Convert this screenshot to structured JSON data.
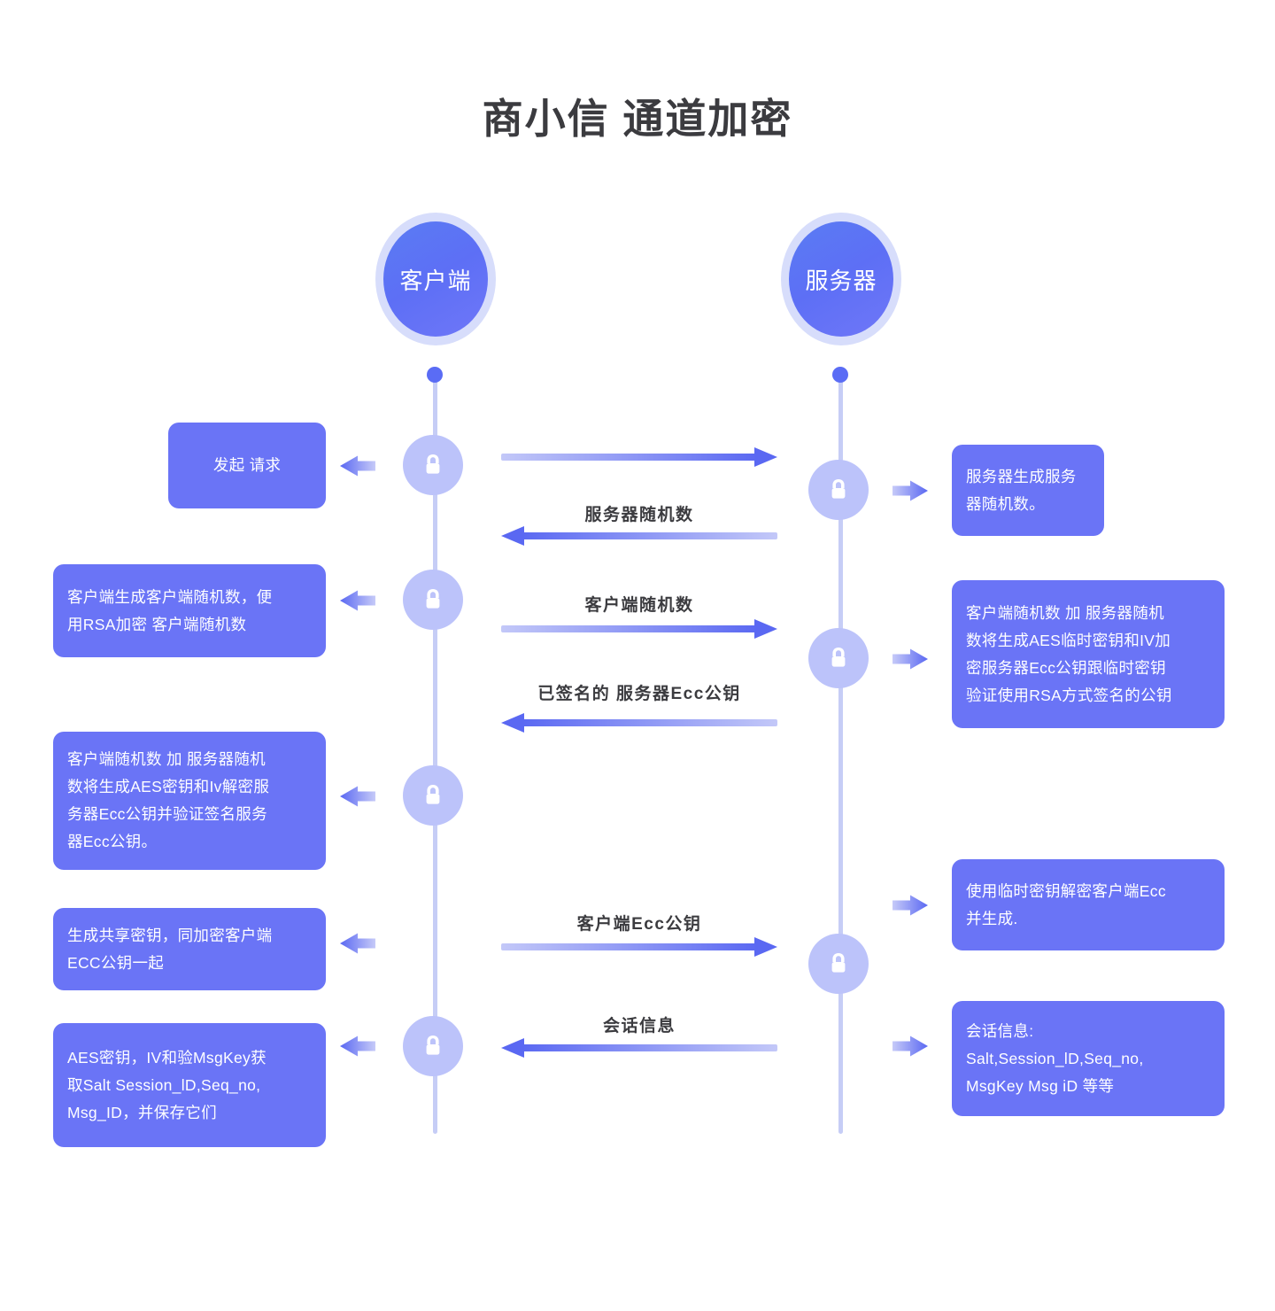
{
  "title": "商小信 通道加密",
  "actors": {
    "client": {
      "label": "客户端",
      "icon": "actor-circle"
    },
    "server": {
      "label": "服务器",
      "icon": "actor-circle"
    }
  },
  "lock_icon_name": "padlock-icon",
  "client_notes": [
    {
      "lines": [
        "发起 请求"
      ]
    },
    {
      "lines": [
        "客户端生成客户端随机数，便",
        "用RSA加密 客户端随机数"
      ]
    },
    {
      "lines": [
        "客户端随机数 加 服务器随机",
        "数将生成AES密钥和Iv解密服",
        "务器Ecc公钥并验证签名服务",
        "器Ecc公钥。"
      ]
    },
    {
      "lines": [
        "生成共享密钥，同加密客户端",
        "ECC公钥一起"
      ]
    },
    {
      "lines": [
        "AES密钥，IV和验MsgKey获",
        "取Salt Session_lD,Seq_no,",
        "Msg_ID，并保存它们"
      ]
    }
  ],
  "server_notes": [
    {
      "lines": [
        "服务器生成服务",
        "器随机数。"
      ]
    },
    {
      "lines": [
        "客户端随机数 加 服务器随机",
        "数将生成AES临时密钥和IV加",
        "密服务器Ecc公钥跟临时密钥",
        "验证使用RSA方式签名的公钥"
      ]
    },
    {
      "lines": [
        "使用临时密钥解密客户端Ecc",
        "并生成."
      ]
    },
    {
      "lines": [
        "会话信息:",
        "Salt,Session_lD,Seq_no,",
        "MsgKey Msg iD 等等"
      ]
    }
  ],
  "messages": [
    {
      "label": "",
      "direction": "right"
    },
    {
      "label": "服务器随机数",
      "direction": "left"
    },
    {
      "label": "客户端随机数",
      "direction": "right"
    },
    {
      "label": "已签名的 服务器Ecc公钥",
      "direction": "left"
    },
    {
      "label": "客户端Ecc公钥",
      "direction": "right"
    },
    {
      "label": "会话信息",
      "direction": "left"
    }
  ],
  "colors": {
    "box_fill": "#6a74f6",
    "lock_circle": "#bcc3fa",
    "lifeline": "#c6cdf6",
    "actor_halo": "#d7ddfb",
    "accent": "#5a6cf5",
    "arrow_light": "#c6caf8",
    "arrow_dark": "#5a68f2",
    "title_text": "#3b3b3f",
    "background": "#ffffff"
  }
}
